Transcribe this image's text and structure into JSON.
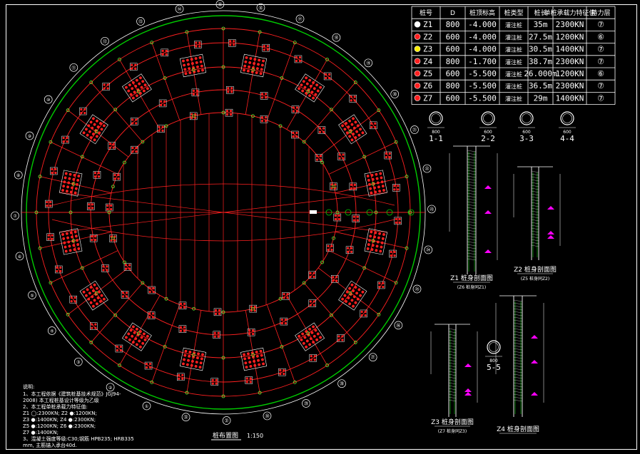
{
  "drawing": {
    "plan_title": "桩布置图",
    "plan_scale": "1:150"
  },
  "pile_table": {
    "headers": [
      "桩号",
      "D",
      "桩顶标高",
      "桩类型",
      "桩长",
      "单桩承载力特征值",
      "持力层"
    ],
    "rows": [
      {
        "id": "Z1",
        "d": "800",
        "top": "-4.000",
        "type": "灌注桩",
        "len": "35m",
        "cap": "2300KN",
        "layer": "⑦",
        "marker": "#ffffff"
      },
      {
        "id": "Z2",
        "d": "600",
        "top": "-4.000",
        "type": "灌注桩",
        "len": "27.5m",
        "cap": "1200KN",
        "layer": "⑥",
        "marker": "#ff2020"
      },
      {
        "id": "Z3",
        "d": "600",
        "top": "-4.000",
        "type": "灌注桩",
        "len": "30.5m",
        "cap": "1400KN",
        "layer": "⑦",
        "marker": "#ffee00"
      },
      {
        "id": "Z4",
        "d": "800",
        "top": "-1.700",
        "type": "灌注桩",
        "len": "38.7m",
        "cap": "2300KN",
        "layer": "⑦",
        "marker": "#ff2020"
      },
      {
        "id": "Z5",
        "d": "600",
        "top": "-5.500",
        "type": "灌注桩",
        "len": "26.000m",
        "cap": "1200KN",
        "layer": "⑥",
        "marker": "#ff2020"
      },
      {
        "id": "Z6",
        "d": "800",
        "top": "-5.500",
        "type": "灌注桩",
        "len": "36.5m",
        "cap": "2300KN",
        "layer": "⑦",
        "marker": "#ff2020"
      },
      {
        "id": "Z7",
        "d": "600",
        "top": "-5.500",
        "type": "灌注桩",
        "len": "29m",
        "cap": "1400KN",
        "layer": "⑦",
        "marker": "#ff2020"
      }
    ]
  },
  "sections": [
    {
      "label": "1-1",
      "dim": "800"
    },
    {
      "label": "2-2",
      "dim": "600"
    },
    {
      "label": "3-3",
      "dim": "600"
    },
    {
      "label": "4-4",
      "dim": "600"
    },
    {
      "label": "5-5",
      "dim": "800"
    }
  ],
  "details": [
    {
      "title": "Z1 桩身剖面图",
      "sub": "(Z6 桩身同Z1)"
    },
    {
      "title": "Z2 桩身剖面图",
      "sub": "(Z5 桩身同Z2)"
    },
    {
      "title": "Z3 桩身剖面图",
      "sub": "(Z7 桩身同Z3)"
    },
    {
      "title": "Z4 桩身剖面图",
      "sub": ""
    }
  ],
  "notes": {
    "heading": "说明:",
    "lines": [
      "1、本工程依据《建筑桩基技术规范》JGJ94-",
      "   2008) 本工程桩基设计等级为乙级",
      "2、本工程单桩承载力特征值:",
      "   Z1 ◯:2300KN; Z2 ●:1200KN;",
      "   Z3 ●:1400KN; Z4 ●:2300KN;",
      "   Z5 ●:1200KN; Z6 ●:2300KN;",
      "   Z7 ●:1400KN;",
      "3、混凝土强度等级:C30;钢筋 HPB235; HRB335",
      "   mm, 主筋锚入承台40d."
    ]
  },
  "axis_labels": [
    "①",
    "②",
    "③",
    "④",
    "⑤",
    "⑥",
    "⑦",
    "⑧",
    "⑨",
    "⑩",
    "⑪",
    "⑫",
    "⑬",
    "⑭",
    "⑮",
    "⑯",
    "⑰",
    "⑱",
    "⑲",
    "⑳",
    "㉑",
    "㉒",
    "㉓",
    "㉔",
    "㉕",
    "㉖",
    "㉗",
    "㉘",
    "㉙",
    "㉚",
    "㉛",
    "㉜"
  ],
  "colors": {
    "background": "#000000",
    "grid": "#ff2020",
    "outer_ring": "#00cc00",
    "pile_pen": "#ffffff",
    "joint": "#66ff33",
    "rebar": "#00cc00",
    "annotation": "#ff00ff"
  }
}
